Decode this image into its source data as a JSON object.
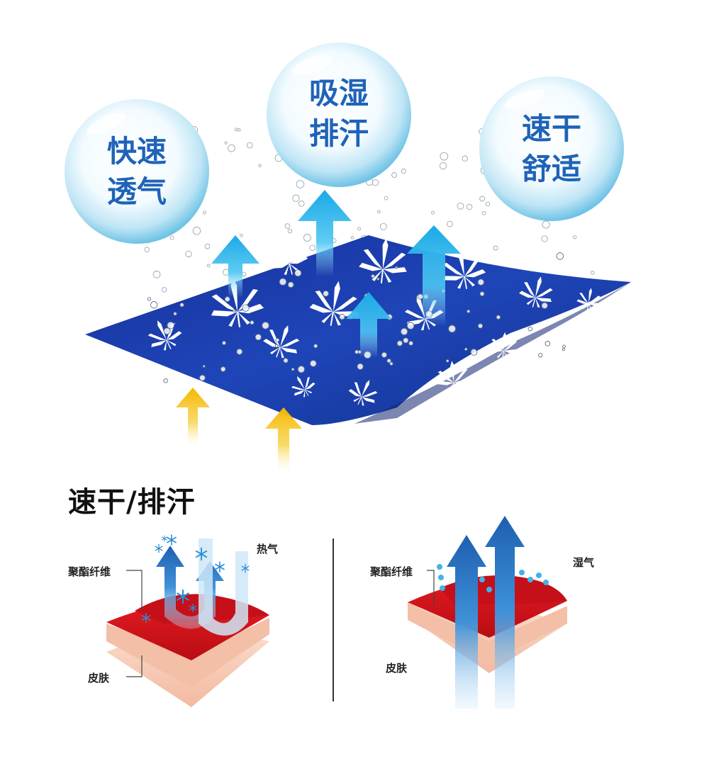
{
  "bubbles": [
    {
      "line1": "快速",
      "line2": "透气"
    },
    {
      "line1": "吸湿",
      "line2": "排汗"
    },
    {
      "line1": "速干",
      "line2": "舒适"
    }
  ],
  "section_title": "速干/排汗",
  "left_diagram": {
    "fiber_label": "聚酯纤维",
    "heat_label": "热气",
    "skin_label": "皮肤"
  },
  "right_diagram": {
    "fiber_label": "聚酯纤维",
    "moisture_label": "湿气",
    "skin_label": "皮肤"
  },
  "colors": {
    "fabric_blue": "#1a3aa8",
    "arrow_cyan": "#1aa8e6",
    "arrow_yellow": "#f5c518",
    "fabric_red": "#d9141b",
    "skin_pink": "#f6c9b3",
    "bubble_text": "#1f63b8"
  },
  "icons": [
    "leaf-icon",
    "snowflake-icon",
    "water-drop-icon",
    "up-arrow-icon"
  ]
}
